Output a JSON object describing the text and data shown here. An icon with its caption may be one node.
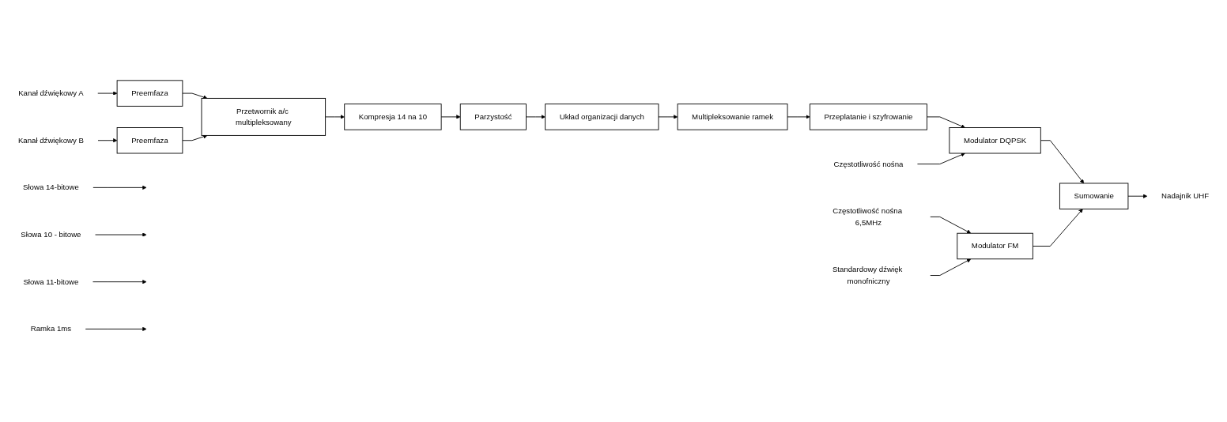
{
  "diagram": {
    "nodes": [
      {
        "text": [
          "Kanał dźwiękowy A"
        ]
      },
      {
        "text": [
          "Preemfaza"
        ]
      },
      {
        "text": [
          "Kanał dźwiękowy B"
        ]
      },
      {
        "text": [
          "Preemfaza"
        ]
      },
      {
        "text": [
          "Przetwornik a/c multipleksowany"
        ]
      },
      {
        "text": [
          "Kompresja 14 na 10"
        ]
      },
      {
        "text": [
          "Parzystość"
        ]
      },
      {
        "text": [
          "Układ organizacji danych"
        ]
      },
      {
        "text": [
          "Multipleksowanie ramek"
        ]
      },
      {
        "text": [
          "Przeplatanie i szyfrowanie"
        ]
      },
      {
        "text": [
          "Modulator DQPSK"
        ]
      },
      {
        "text": [
          "Częstotliwość nośna"
        ]
      },
      {
        "text": [
          "Sumowanie"
        ]
      },
      {
        "text": [
          "Nadajnik UHF"
        ]
      },
      {
        "text": [
          "Modulator FM"
        ]
      },
      {
        "text": [
          "Standardowy dźwięk monofniczny"
        ]
      },
      {
        "text": [
          "Częstotliwość nośna 6,5MHz"
        ]
      },
      {
        "text": [
          "Słowa 14-bitowe"
        ]
      },
      {
        "text": [
          "Słowa 10 - bitowe"
        ]
      },
      {
        "text": [
          "Słowa 11-bitowe"
        ]
      },
      {
        "text": [
          "Ramka 1ms"
        ]
      }
    ],
    "edges": [
      {
        "from": 0,
        "to": 1,
        "arrow": "to"
      },
      {
        "from": 1,
        "to": 4,
        "arrow": "to"
      },
      {
        "from": 2,
        "to": 3,
        "arrow": "to"
      },
      {
        "from": 3,
        "to": 4,
        "arrow": "to"
      },
      {
        "from": 4,
        "to": 5,
        "arrow": "to"
      },
      {
        "from": 5,
        "to": 6,
        "arrow": "to"
      },
      {
        "from": 6,
        "to": 7,
        "arrow": "to"
      },
      {
        "from": 7,
        "to": 8,
        "arrow": "to"
      },
      {
        "from": 8,
        "to": 9,
        "arrow": "to"
      },
      {
        "from": 9,
        "to": 10,
        "arrow": "to"
      },
      {
        "from": 11,
        "to": 10,
        "arrow": "to"
      },
      {
        "from": 10,
        "to": 12,
        "arrow": "to"
      },
      {
        "from": 16,
        "to": 14,
        "arrow": "to"
      },
      {
        "from": 15,
        "to": 14,
        "arrow": "to"
      },
      {
        "from": 14,
        "to": 12,
        "arrow": "to"
      },
      {
        "from": 12,
        "to": 13,
        "arrow": "to"
      },
      {
        "from": 17,
        "to": null,
        "arrow": "to"
      },
      {
        "from": 18,
        "to": null,
        "arrow": "to"
      },
      {
        "from": 19,
        "to": null,
        "arrow": "to"
      },
      {
        "from": 20,
        "to": null,
        "arrow": "to"
      }
    ]
  }
}
